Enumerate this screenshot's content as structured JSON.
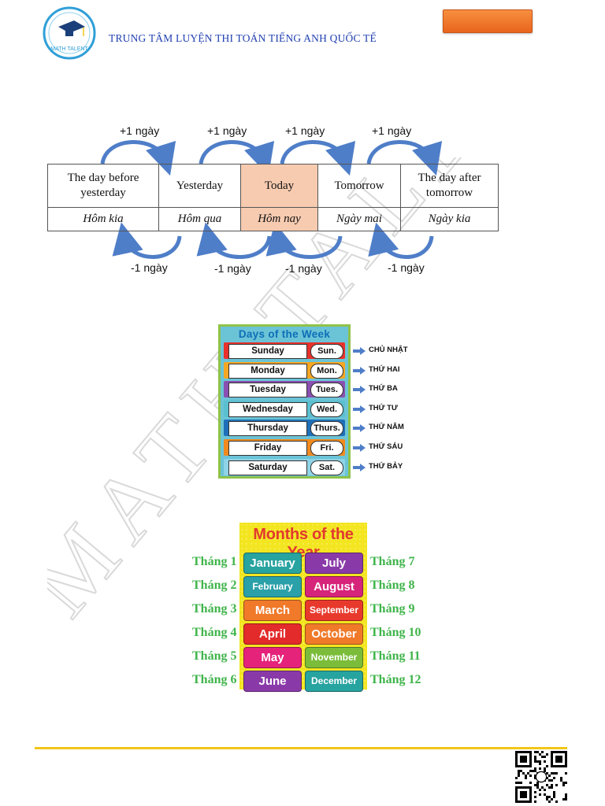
{
  "header": {
    "title": "TRUNG TÂM LUYỆN THI TOÁN TIẾNG ANH QUỐC TẾ",
    "logo_text": "MATH TALENT"
  },
  "watermark": "MATH TALENT",
  "day_table": {
    "english": [
      "The day before yesterday",
      "Yesterday",
      "Today",
      "Tomorrow",
      "The day after tomorrow"
    ],
    "vietnamese": [
      "Hôm kia",
      "Hôm qua",
      "Hôm nay",
      "Ngày mai",
      "Ngày kia"
    ],
    "plus_label": "+1 ngày",
    "minus_label": "-1 ngày",
    "highlight_color": "#f7cbb0"
  },
  "days_of_week": {
    "title": "Days of the Week",
    "days": [
      {
        "name": "Sunday",
        "abbr": "Sun.",
        "vietnamese": "CHỦ NHẬT",
        "color": "#e8312b"
      },
      {
        "name": "Monday",
        "abbr": "Mon.",
        "vietnamese": "THỨ HAI",
        "color": "#f5a623"
      },
      {
        "name": "Tuesday",
        "abbr": "Tues.",
        "vietnamese": "THỨ BA",
        "color": "#8a4fb0"
      },
      {
        "name": "Wednesday",
        "abbr": "Wed.",
        "vietnamese": "THỨ TƯ",
        "color": "#5bbfd0"
      },
      {
        "name": "Thursday",
        "abbr": "Thurs.",
        "vietnamese": "THỨ NĂM",
        "color": "#1f6fb8"
      },
      {
        "name": "Friday",
        "abbr": "Fri.",
        "vietnamese": "THỨ SÁU",
        "color": "#f08a1e"
      },
      {
        "name": "Saturday",
        "abbr": "Sat.",
        "vietnamese": "THỨ BẢY",
        "color": "#8fd3e6"
      }
    ]
  },
  "months_of_year": {
    "title": "Months of the Year",
    "months": [
      {
        "name": "January",
        "label": "Tháng 1",
        "color": "#27a3a0"
      },
      {
        "name": "February",
        "label": "Tháng 2",
        "color": "#2aa0a8"
      },
      {
        "name": "March",
        "label": "Tháng 3",
        "color": "#f07a2a"
      },
      {
        "name": "April",
        "label": "Tháng 4",
        "color": "#e32b2b"
      },
      {
        "name": "May",
        "label": "Tháng 5",
        "color": "#e5237a"
      },
      {
        "name": "June",
        "label": "Tháng 6",
        "color": "#8a3aa8"
      },
      {
        "name": "July",
        "label": "Tháng 7",
        "color": "#8a3aa8"
      },
      {
        "name": "August",
        "label": "Tháng 8",
        "color": "#d6247a"
      },
      {
        "name": "September",
        "label": "Tháng 9",
        "color": "#e83a2c"
      },
      {
        "name": "October",
        "label": "Tháng 10",
        "color": "#f07a2a"
      },
      {
        "name": "November",
        "label": "Tháng 11",
        "color": "#7bbd3a"
      },
      {
        "name": "December",
        "label": "Tháng 12",
        "color": "#27a3a0"
      }
    ]
  },
  "colors": {
    "header_blue": "#1f3fb0",
    "orange_button": "#ef7a2e",
    "footer_line": "#f2c619",
    "month_label_green": "#3fb44a",
    "arrow_blue": "#4f7ec8"
  }
}
